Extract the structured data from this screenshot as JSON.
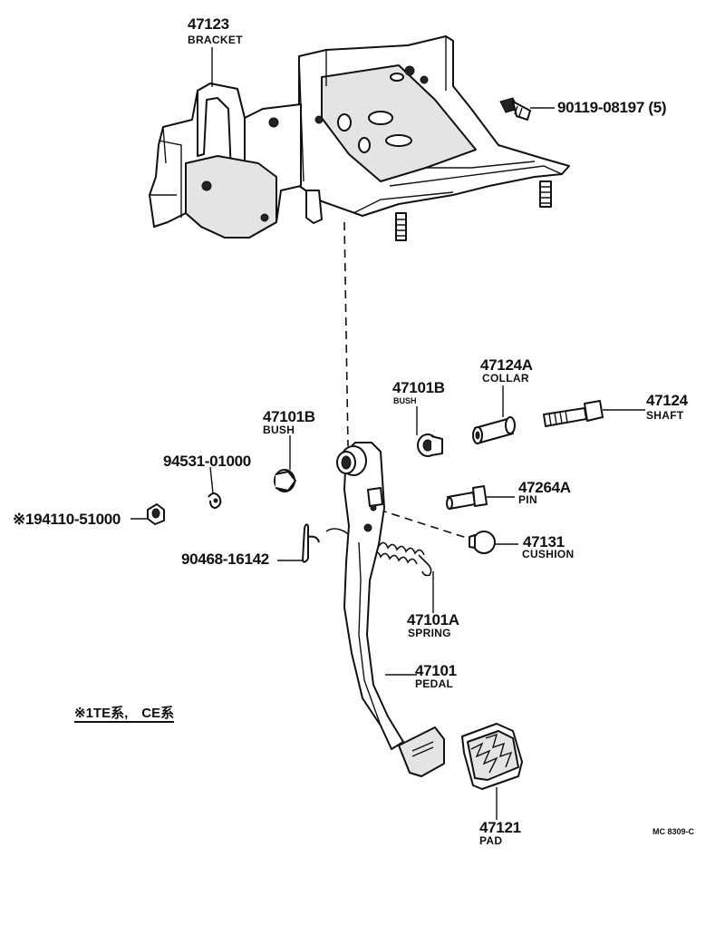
{
  "labels": {
    "bracket_no": "47123",
    "bracket_name": "BRACKET",
    "bolt_no": "90119-08197 (5)",
    "collar_no": "47124A",
    "collar_name": "COLLAR",
    "bush_r_no": "47101B",
    "bush_r_name": "BUSH",
    "shaft_no": "47124",
    "shaft_name": "SHAFT",
    "bush_l_no": "47101B",
    "bush_l_name": "BUSH",
    "clip_no": "94531-01000",
    "nut_no": "※194110-51000",
    "pin_no": "47264A",
    "pin_name": "PIN",
    "cushion_no": "47131",
    "cushion_name": "CUSHION",
    "clip2_no": "90468-16142",
    "spring_no": "47101A",
    "spring_name": "SPRING",
    "pedal_no": "47101",
    "pedal_name": "PEDAL",
    "note": "※1TE系,　CE系",
    "pad_no": "47121",
    "pad_name": "PAD",
    "figure_code": "MC 8309-C"
  },
  "icons": [
    "bracket-icon",
    "bolt-icon",
    "bush-icon",
    "collar-icon",
    "shaft-icon",
    "clip-icon",
    "nut-icon",
    "pin-icon",
    "cushion-icon",
    "spring-icon",
    "pedal-icon",
    "pad-icon"
  ]
}
